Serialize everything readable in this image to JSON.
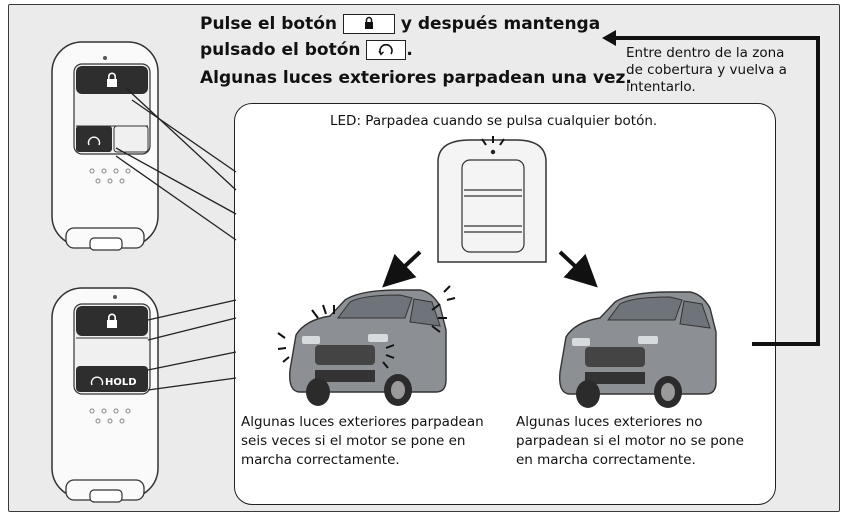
{
  "instruction": {
    "line1_before": "Pulse el botón",
    "line1_after": "y después mantenga",
    "line2_before": "pulsado el botón",
    "line2_after": ".",
    "line3": "Algunas luces exteriores parpadean una vez."
  },
  "retry_note": [
    "Entre dentro de la zona",
    "de cobertura y vuelva a",
    "intentarlo."
  ],
  "led_note": "LED: Parpadea cuando se pulsa cualquier botón.",
  "left_caption": [
    "Algunas luces exteriores parpadean",
    "seis veces si el motor se pone en",
    "marcha correctamente."
  ],
  "right_caption": [
    "Algunas luces exteriores no",
    "parpadean si el motor no se pone",
    "en marcha correctamente."
  ],
  "hold_label": "HOLD",
  "icons": [
    "lock-icon",
    "remote-start-icon",
    "arrow-icon"
  ],
  "colors": {
    "panel": "#ebebeb",
    "fob_face": "#2e2e2e",
    "car": "#8c9094"
  }
}
